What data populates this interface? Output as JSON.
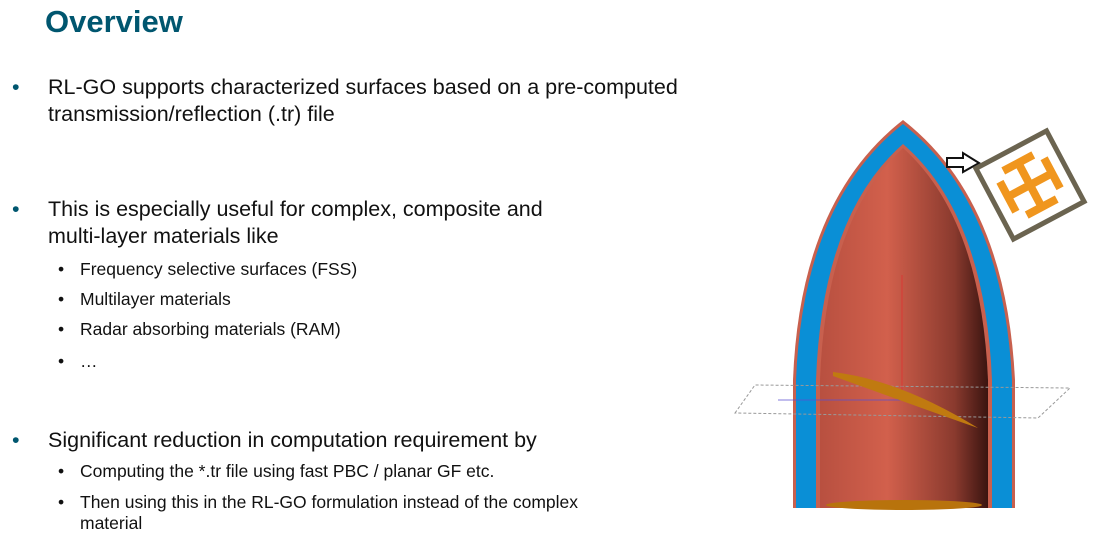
{
  "title": "Overview",
  "bullets": [
    {
      "text": "RL-GO supports characterized surfaces based on a pre-computed transmission/reflection (.tr) file",
      "sub": []
    },
    {
      "text": "This is especially useful for complex, composite and multi-layer materials like",
      "sub": [
        "Frequency selective surfaces (FSS)",
        "Multilayer materials",
        "Radar absorbing materials (RAM)",
        "…"
      ]
    },
    {
      "text": "Significant reduction in computation requirement by",
      "sub": [
        "Computing the *.tr file using fast PBC / planar GF etc.",
        "Then using this in the RL-GO formulation instead of the complex material"
      ]
    }
  ],
  "colors": {
    "title": "#00566f",
    "blue_layer": "#0a8fd6",
    "red_layer": "#c8604e",
    "fss": "#f0961e"
  }
}
